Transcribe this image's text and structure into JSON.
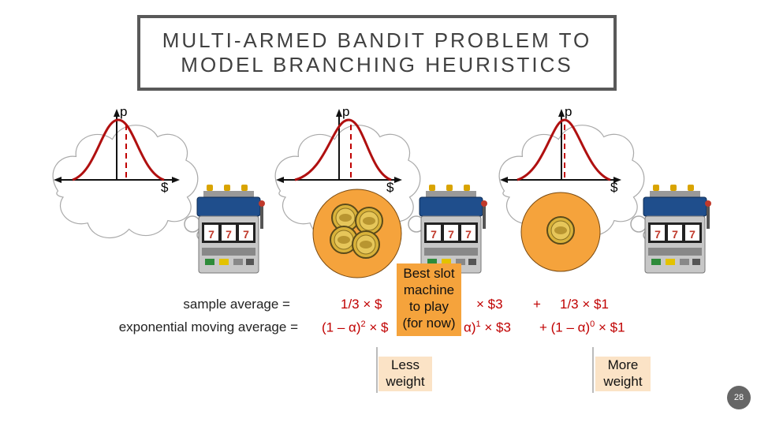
{
  "title": {
    "line1": "MULTI-ARMED BANDIT PROBLEM TO",
    "line2": "MODEL BRANCHING HEURISTICS"
  },
  "arms": [
    {
      "p_label": "p",
      "dollar_label": "$"
    },
    {
      "p_label": "p",
      "dollar_label": "$"
    },
    {
      "p_label": "p",
      "dollar_label": "$"
    }
  ],
  "callout": {
    "line1": "Best slot",
    "line2": "machine",
    "line3": "to play",
    "line4": "(for now)"
  },
  "formulas": {
    "sample_label": "sample average =",
    "ema_label": "exponential moving average =",
    "sample_term1": "1/3 × $",
    "sample_term2": "× $3",
    "plus": "+",
    "sample_term3": "1/3 × $1",
    "ema_term1_pre": "(1 – α)",
    "ema_term1_exp": "2",
    "ema_term1_post": " × $",
    "ema_term2_pre": "α)",
    "ema_term2_exp": "1",
    "ema_term2_post": " × $3",
    "ema_term3_pre": "+ (1 – α)",
    "ema_term3_exp": "0",
    "ema_term3_post": " × $1"
  },
  "notes": {
    "less_line1": "Less",
    "less_line2": "weight",
    "more_line1": "More",
    "more_line2": "weight"
  },
  "page_number": "28",
  "colors": {
    "curve": "#b01010",
    "callout": "#f5a33c",
    "note": "#fbe3c6",
    "accent": "#c00000",
    "reel_red": "#c0392b",
    "reel_blue": "#1f4e8c"
  }
}
